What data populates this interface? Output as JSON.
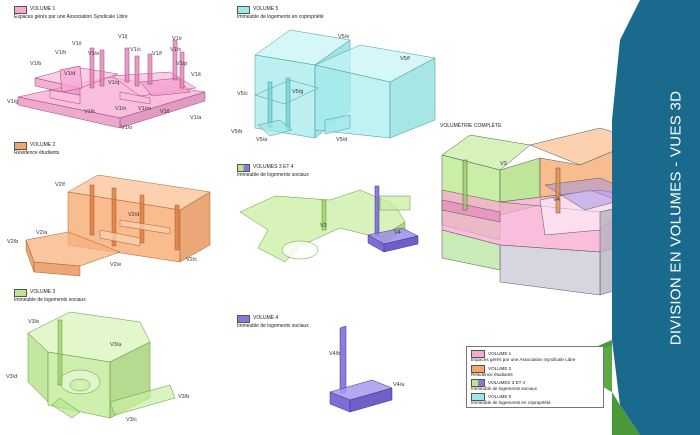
{
  "panels": {
    "v1": {
      "title": "VOLUME 1",
      "subtitle": "Espaces gérés par une Association Syndicale Libre",
      "color": "#f7a8d2",
      "labels": [
        "V1/j",
        "V1/r",
        "V1/i",
        "V1/c",
        "V1/h",
        "V1/e",
        "V1/f",
        "V1/s",
        "V1/d",
        "V1/p",
        "V1/b",
        "V1/t",
        "V1/q",
        "V1/a",
        "V1/g",
        "V1/n",
        "V1/m",
        "V1/k",
        "V1/l",
        "V1/o"
      ]
    },
    "v5": {
      "title": "VOLUME 5",
      "subtitle": "Immeuble de logements en copropriété",
      "color": "#9ee8ea",
      "labels": [
        "V5/e",
        "V5/f",
        "V5/g",
        "V5/c",
        "V5/b",
        "V5/a",
        "V5/d"
      ]
    },
    "v2": {
      "title": "VOLUME 2",
      "subtitle": "Résidence étudiants",
      "color": "#f5a56a",
      "labels": [
        "V2/f",
        "V2/d",
        "V2/a",
        "V2/b",
        "V2/e",
        "V2/c"
      ]
    },
    "v34": {
      "title": "VOLUMES 3 ET 4",
      "subtitle": "Immeuble de logements sociaux",
      "color": "#b9e88a",
      "labels": [
        "V3",
        "V4"
      ]
    },
    "v3": {
      "title": "VOLUME 3",
      "subtitle": "Immeuble de logements sociaux",
      "color": "#b9e88a",
      "labels": [
        "V3/e",
        "V3/a",
        "V3/d",
        "V3/b",
        "V3/c"
      ]
    },
    "v4": {
      "title": "VOLUME 4",
      "subtitle": "Immeuble de logements sociaux",
      "color": "#8877dd",
      "labels": [
        "V4/b",
        "V4/a"
      ]
    },
    "complete": {
      "title": "VOLUMÉTRIE COMPLÈTE",
      "labels": [
        "V3",
        "V2",
        "V4"
      ]
    }
  },
  "legend": {
    "items": [
      {
        "label": "VOLUME 1",
        "desc": "Espaces gérés par une Association Syndicale Libre",
        "color": "#f7a8d2"
      },
      {
        "label": "VOLUME 2",
        "desc": "Résidence étudiants",
        "color": "#f5a56a"
      },
      {
        "label": "VOLUMES 3 ET 4",
        "desc": "Immeuble de logements sociaux",
        "color": "#b9e88a"
      },
      {
        "label": "VOLUME 5",
        "desc": "Immeuble de logements en copropriété",
        "color": "#9ee8ea"
      }
    ]
  },
  "side_title": {
    "text": "DIVISION EN VOLUMES - VUES 3D",
    "bg_color": "#1a6a8e",
    "accent_color": "#4a9a3a"
  }
}
